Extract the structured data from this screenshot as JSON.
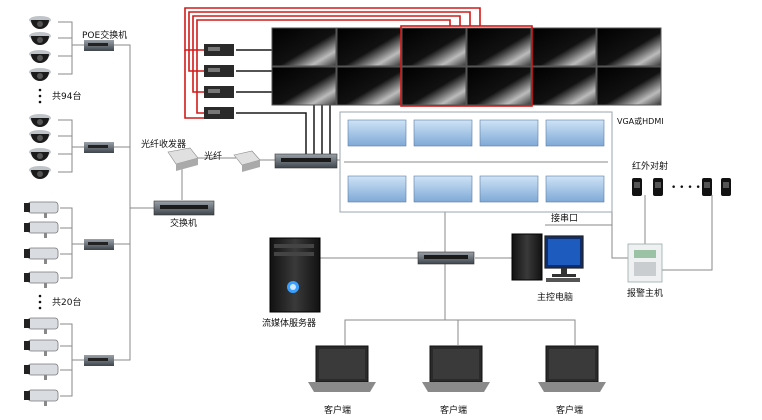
{
  "labels": {
    "poe_switch": "POE交换机",
    "dome_count": "共94台",
    "bullet_count": "共20台",
    "fiber_transceiver": "光纤收发器",
    "fiber": "光纤",
    "switch": "交换机",
    "vga_hdmi": "VGA或HDMI",
    "serial_port": "接串口",
    "infrared": "红外对射",
    "infrared_dots": "• • • •",
    "media_server": "流媒体服务器",
    "main_pc": "主控电脑",
    "alarm_host": "报警主机",
    "client_1": "客户端",
    "client_2": "客户端",
    "client_3": "客户端"
  },
  "colors": {
    "red_link": "#d11a1a",
    "black_link": "#1a1a1a",
    "gray_link": "#8a8a8a"
  }
}
